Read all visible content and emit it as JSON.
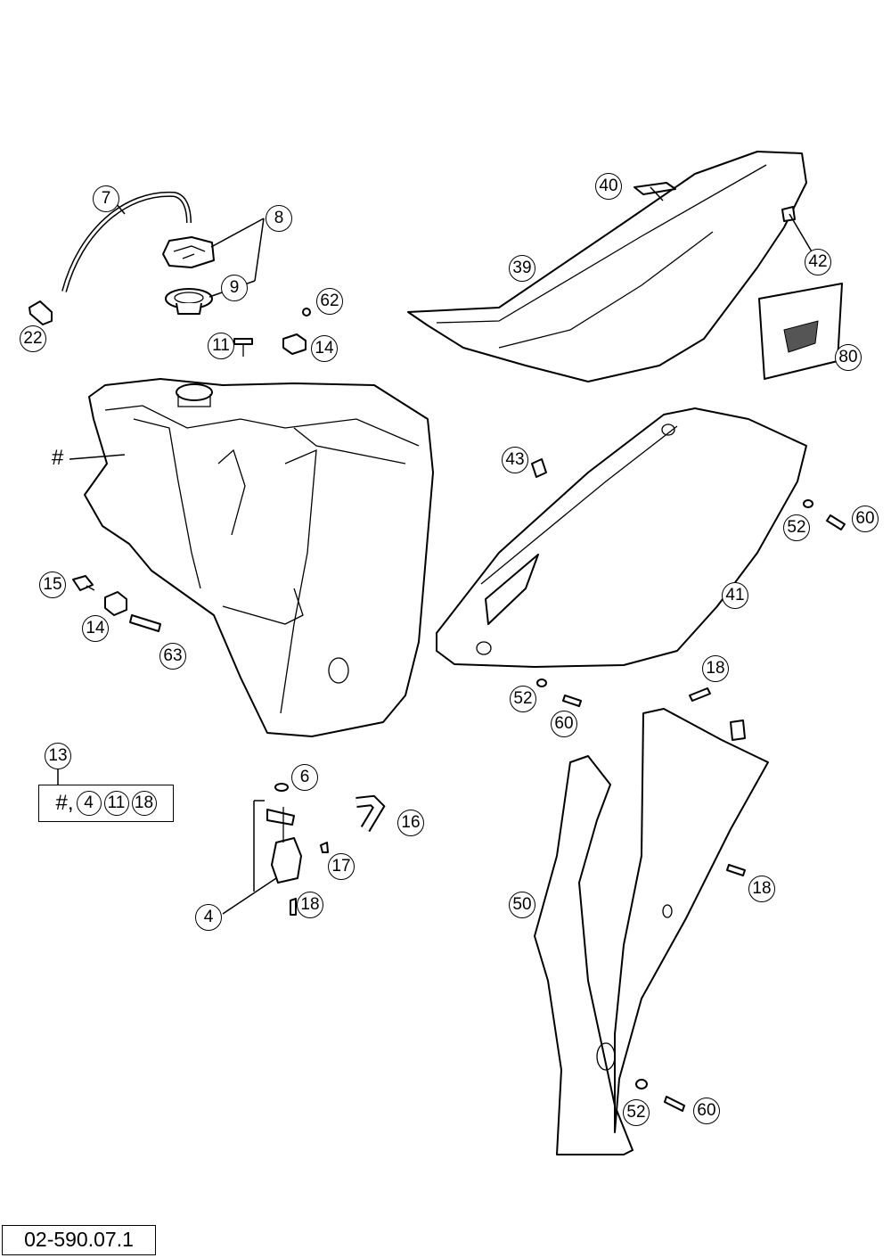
{
  "figure_id": "02-590.07.1",
  "tank_hash": "#",
  "kit": {
    "callout": "13",
    "prefix": "#,",
    "items": [
      "4",
      "11",
      "18"
    ]
  },
  "callouts": {
    "c7": "7",
    "c8": "8",
    "c9": "9",
    "c22": "22",
    "c62": "62",
    "c11": "11",
    "c14a": "14",
    "c15": "15",
    "c14b": "14",
    "c63": "63",
    "c40": "40",
    "c39": "39",
    "c42": "42",
    "c80": "80",
    "c43": "43",
    "c52a": "52",
    "c60a": "60",
    "c41": "41",
    "c52b": "52",
    "c60b": "60",
    "c18a": "18",
    "c6": "6",
    "c16": "16",
    "c17": "17",
    "c18b": "18",
    "c4": "4",
    "c50": "50",
    "c18c": "18",
    "c52c": "52",
    "c60c": "60"
  }
}
